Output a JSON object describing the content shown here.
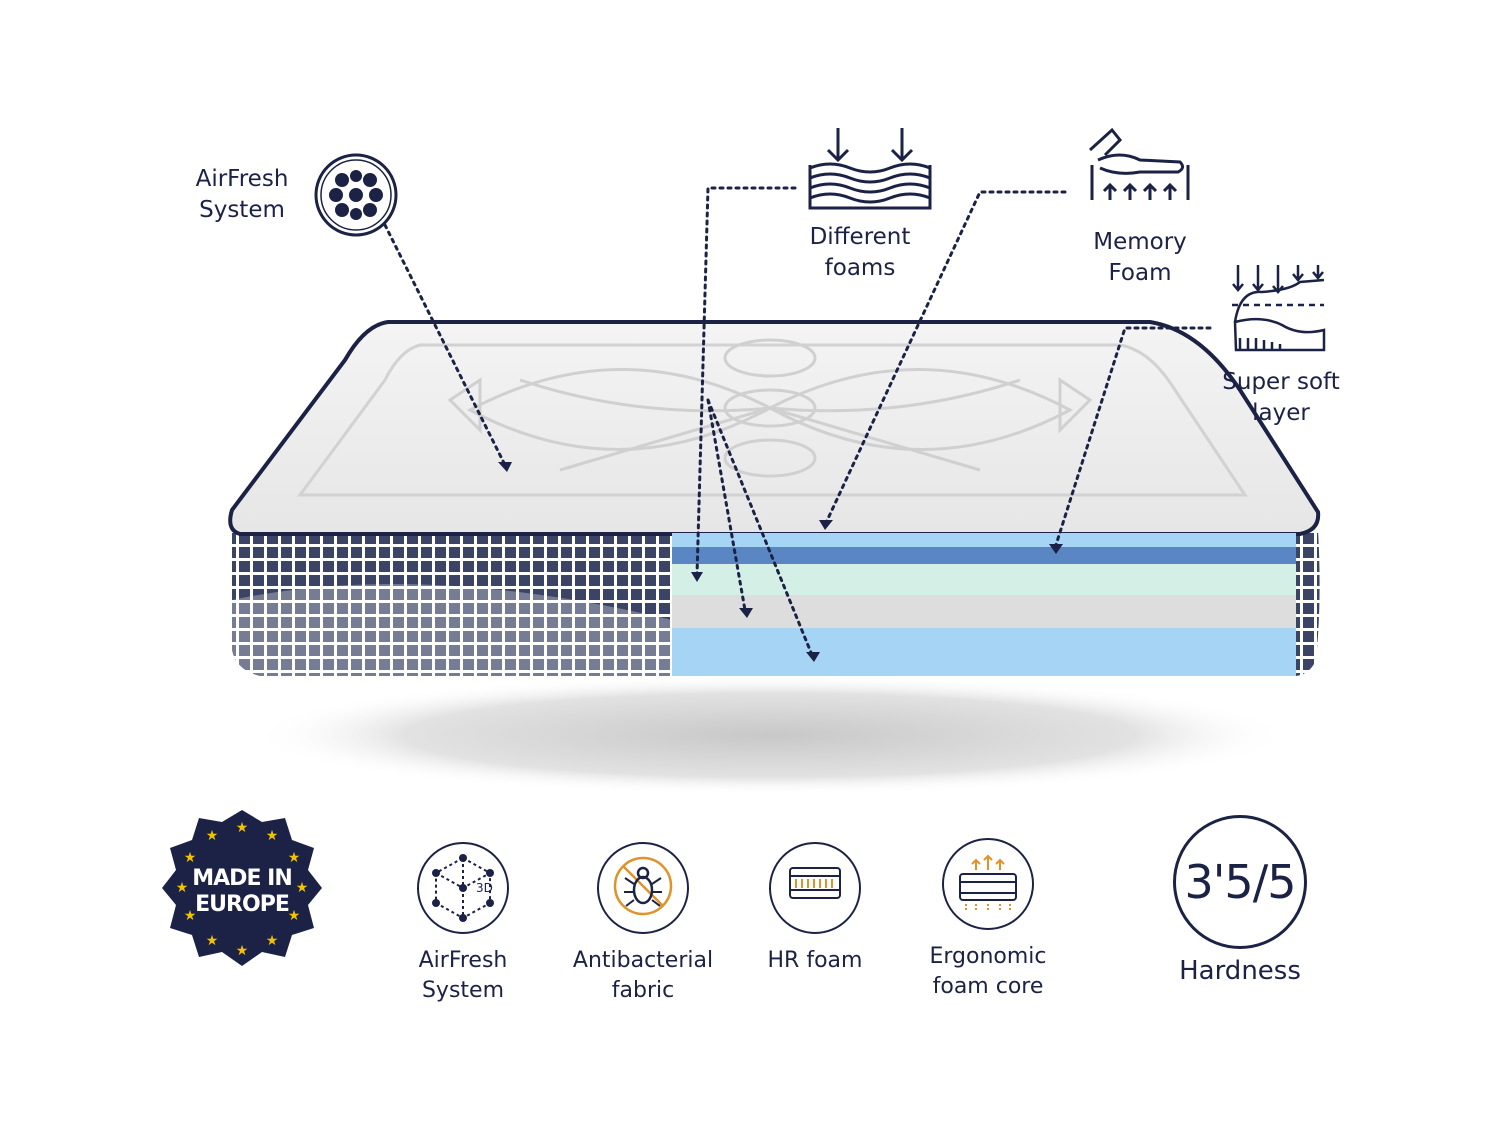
{
  "callouts": {
    "airfresh_top": {
      "line1": "AirFresh",
      "line2": "System",
      "icon": "perforated-circle-icon"
    },
    "different_foams": {
      "line1": "Different",
      "line2": "foams",
      "icon": "waves-pressure-icon"
    },
    "memory_foam": {
      "line1": "Memory",
      "line2": "Foam",
      "icon": "hand-press-foam-icon"
    },
    "super_soft": {
      "line1": "Super soft",
      "line2": "layer",
      "icon": "body-contour-icon"
    }
  },
  "badge": {
    "line1": "MADE IN",
    "line2": "EUROPE",
    "icon": "eu-stars-seal-icon"
  },
  "features": [
    {
      "line1": "AirFresh",
      "line2": "System",
      "icon": "3d-cube-icon"
    },
    {
      "line1": "Antibacterial",
      "line2": "fabric",
      "icon": "no-bug-icon"
    },
    {
      "line1": "HR foam",
      "line2": "",
      "icon": "mattress-block-icon"
    },
    {
      "line1": "Ergonomic",
      "line2": "foam core",
      "icon": "mattress-airflow-icon"
    }
  ],
  "hardness": {
    "value": "3'5/5",
    "label": "Hardness"
  },
  "colors": {
    "navy": "#1b2245",
    "layer_blue": "#a6d4f5",
    "layer_dark_blue": "#5a86c4",
    "layer_mint": "#d4f0e6",
    "layer_grey": "#dddddd"
  }
}
